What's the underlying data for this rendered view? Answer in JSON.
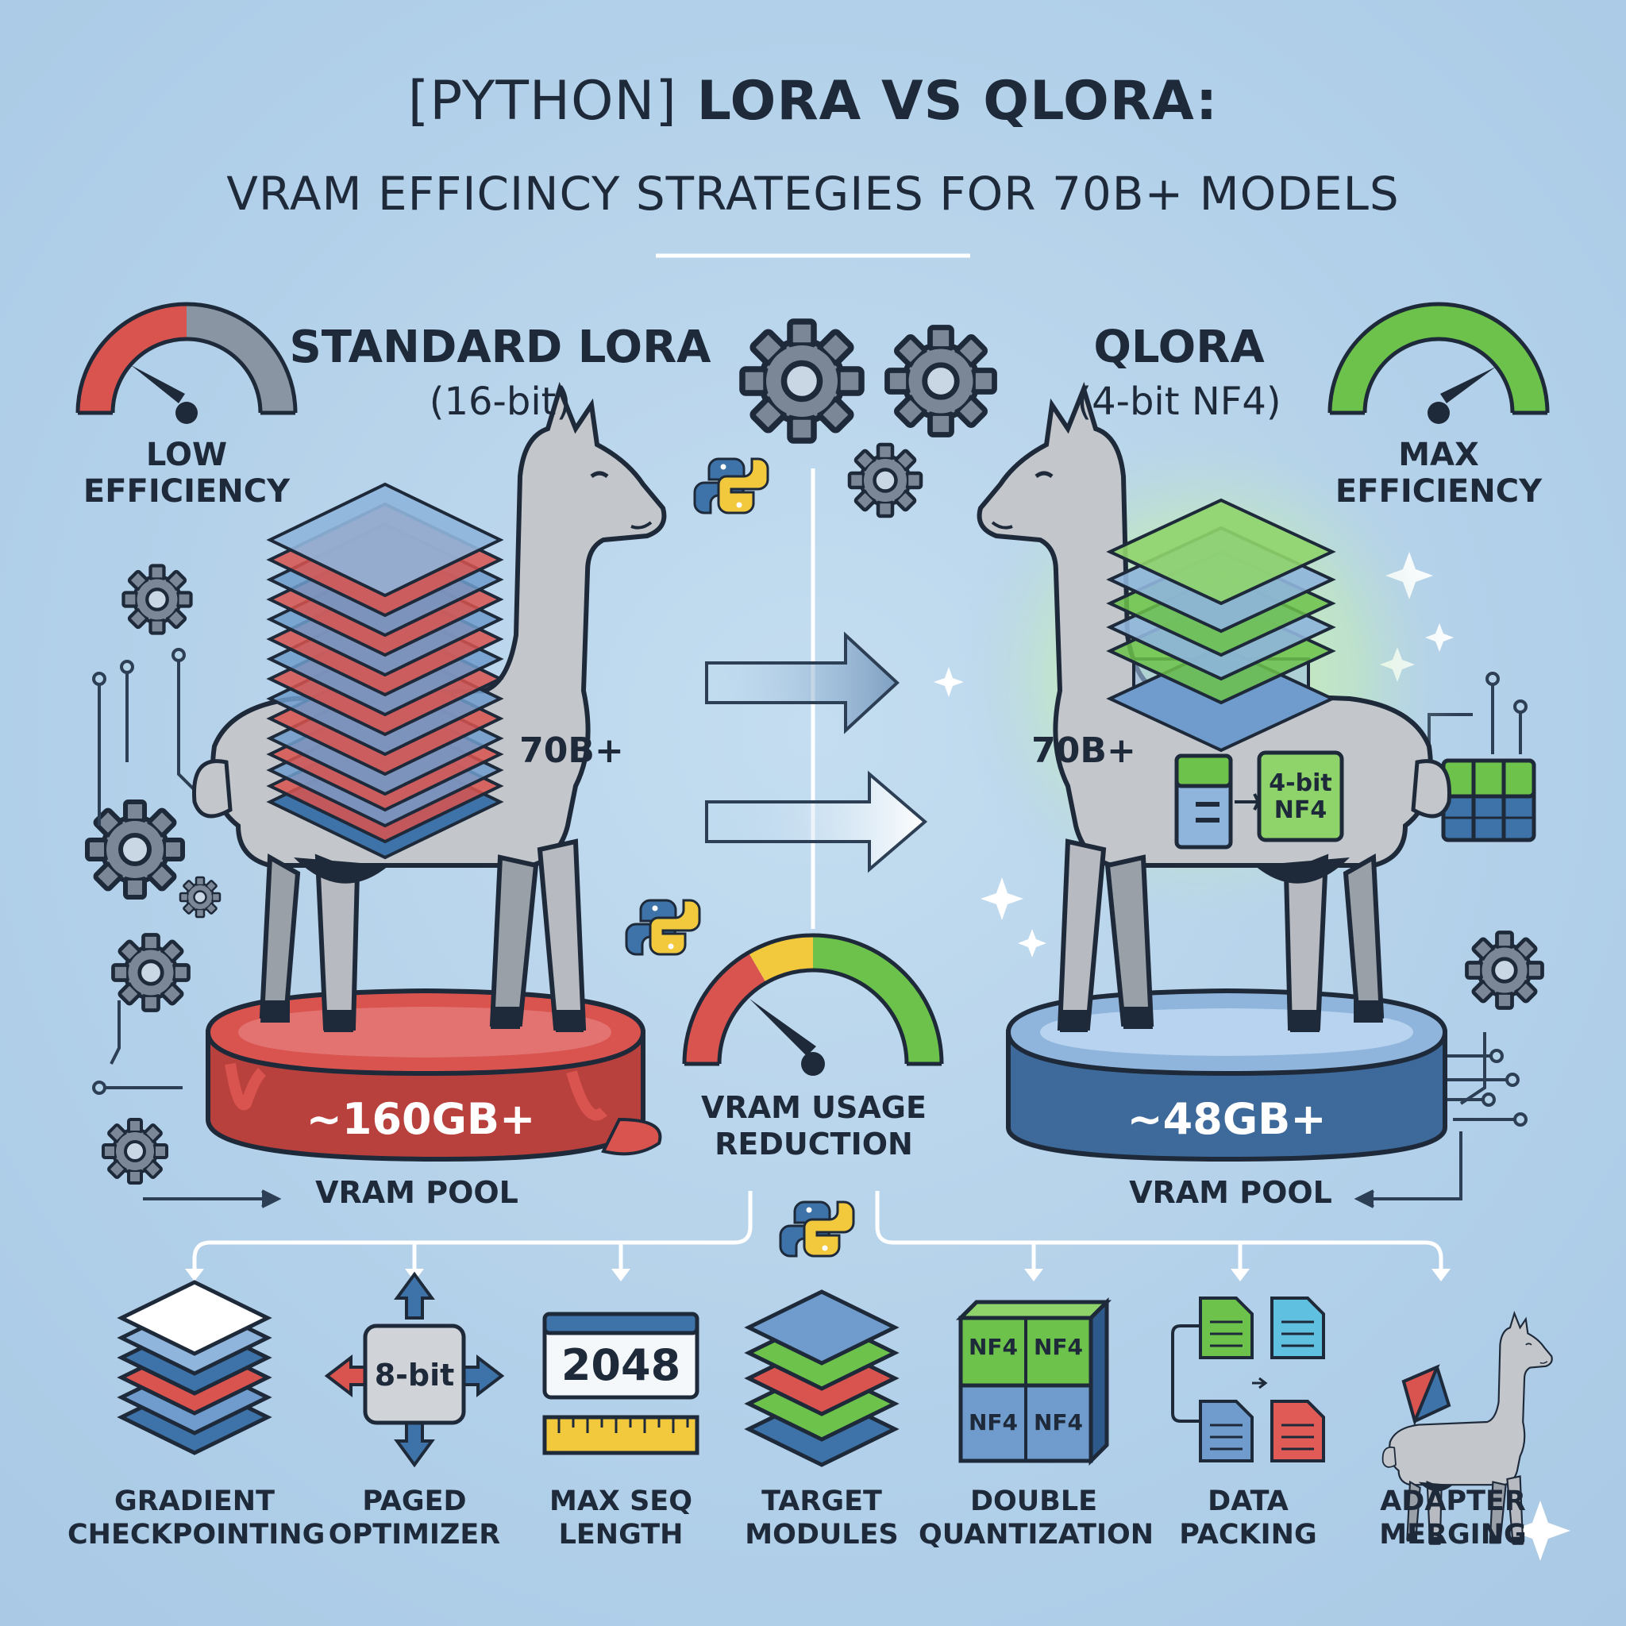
{
  "title": {
    "prefix": "[Python]",
    "main": "LoRA vs QLoRA:",
    "subtitle": "VRAM Efficincy Strategies for 70B+ Models"
  },
  "standard": {
    "heading": "Standard LoRA",
    "precision": "(16-bit)",
    "gauge_label_line1": "Low",
    "gauge_label_line2": "Efficiency",
    "model_size": "70B+",
    "vram_amount": "~160GB+",
    "pool_label": "VRAM Pool",
    "accent_color": "#d9534f"
  },
  "qlora": {
    "heading": "QLoRA",
    "precision": "(4-bit NF4)",
    "gauge_label_line1": "Max",
    "gauge_label_line2": "Efficiency",
    "model_size": "70B+",
    "quant_badge_line1": "4-bit",
    "quant_badge_line2": "NF4",
    "vram_amount": "~48GB+",
    "pool_label": "VRAM Pool",
    "accent_color": "#6cc24a"
  },
  "center": {
    "gauge_label_line1": "VRAM Usage",
    "gauge_label_line2": "Reduction"
  },
  "strategies": [
    {
      "line1": "Gradient",
      "line2": "Checkpointing",
      "icon": "layer-stack-icon"
    },
    {
      "line1": "Paged",
      "line2": "Optimizer",
      "icon": "8bit-chip-icon",
      "icon_text": "8-bit"
    },
    {
      "line1": "Max Seq",
      "line2": "Length",
      "icon": "ruler-icon",
      "icon_text": "2048"
    },
    {
      "line1": "Target",
      "line2": "Modules",
      "icon": "target-layers-icon"
    },
    {
      "line1": "Double",
      "line2": "Quantization",
      "icon": "nf4-cube-icon",
      "icon_text": "NF4"
    },
    {
      "line1": "Data",
      "line2": "Packing",
      "icon": "document-packing-icon"
    },
    {
      "line1": "Adapter",
      "line2": "Merging",
      "icon": "llama-adapter-icon"
    }
  ]
}
